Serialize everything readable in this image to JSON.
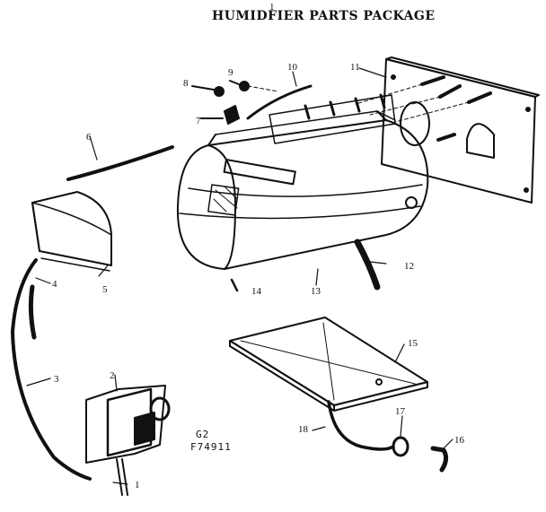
{
  "title": "HUMIDFIER PARTS PACKAGE",
  "top_mark": "1",
  "codes": {
    "line1": "G2",
    "line2": "F74911"
  },
  "callouts": [
    {
      "id": "1",
      "label": "1"
    },
    {
      "id": "2",
      "label": "2"
    },
    {
      "id": "3",
      "label": "3"
    },
    {
      "id": "4",
      "label": "4"
    },
    {
      "id": "5",
      "label": "5"
    },
    {
      "id": "6",
      "label": "6"
    },
    {
      "id": "7",
      "label": "7"
    },
    {
      "id": "8",
      "label": "8"
    },
    {
      "id": "9",
      "label": "9"
    },
    {
      "id": "10",
      "label": "10"
    },
    {
      "id": "11",
      "label": "11"
    },
    {
      "id": "12",
      "label": "12"
    },
    {
      "id": "13",
      "label": "13"
    },
    {
      "id": "14",
      "label": "14"
    },
    {
      "id": "15",
      "label": "15"
    },
    {
      "id": "16",
      "label": "16"
    },
    {
      "id": "17",
      "label": "17"
    },
    {
      "id": "18",
      "label": "18"
    }
  ]
}
